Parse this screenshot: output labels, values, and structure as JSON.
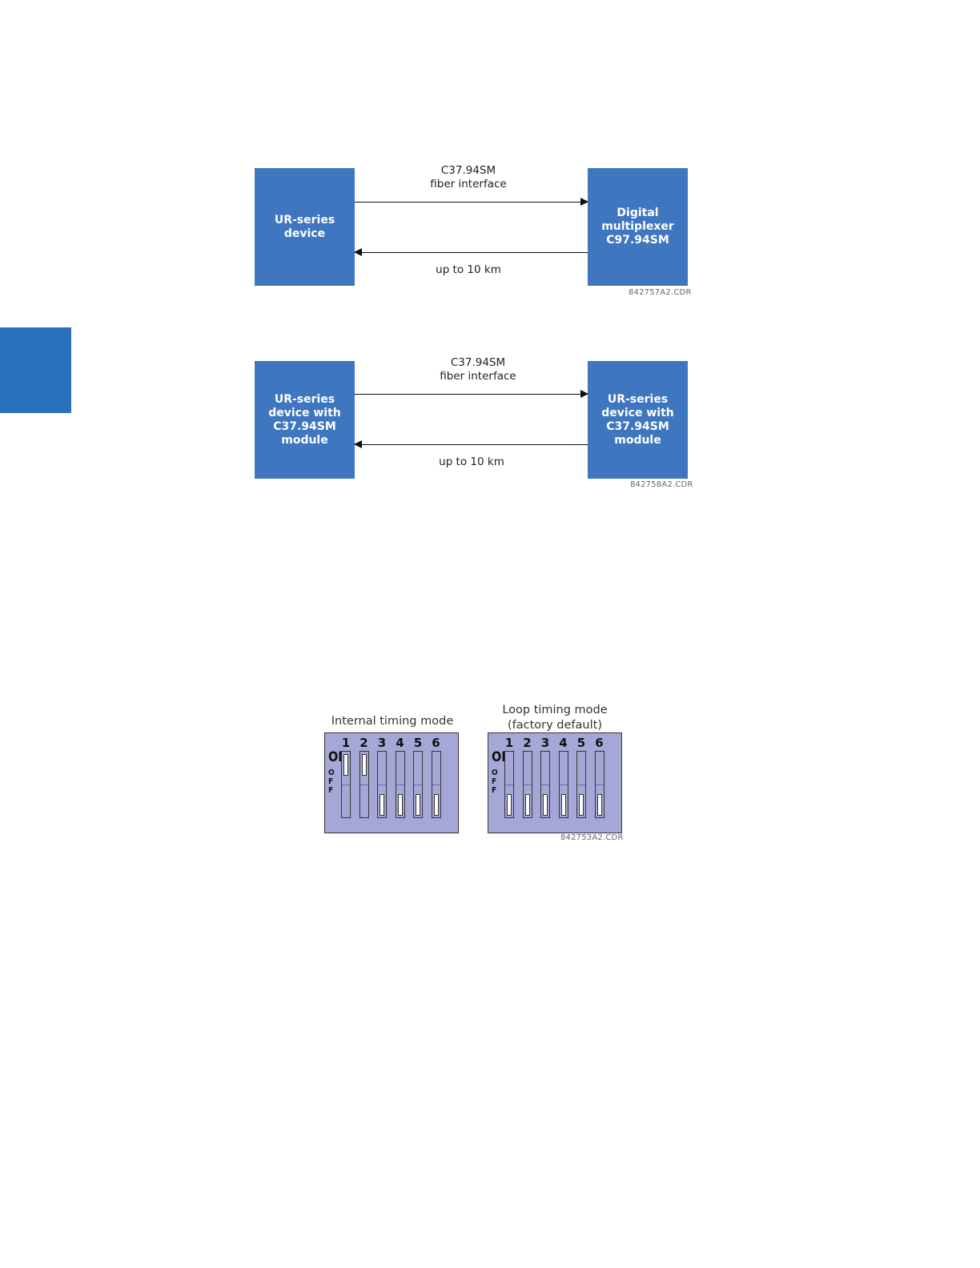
{
  "diagram1": {
    "left_box": [
      "UR-series",
      "device"
    ],
    "right_box": [
      "Digital",
      "multiplexer",
      "C97.94SM"
    ],
    "top_label": [
      "C37.94SM",
      "fiber interface"
    ],
    "bottom_label": "up to 10 km",
    "code": "842757A2.CDR"
  },
  "diagram2": {
    "left_box": [
      "UR-series",
      "device with",
      "C37.94SM",
      "module"
    ],
    "right_box": [
      "UR-series",
      "device with",
      "C37.94SM",
      "module"
    ],
    "top_label": [
      "C37.94SM",
      "fiber interface"
    ],
    "bottom_label": "up to 10 km",
    "code": "842758A2.CDR"
  },
  "dip_switches": {
    "on_label": "ON",
    "off_label": "OFF",
    "code": "842753A2.CDR",
    "internal": {
      "title": "Internal timing mode",
      "switches": [
        {
          "number": "1",
          "state": "on"
        },
        {
          "number": "2",
          "state": "on"
        },
        {
          "number": "3",
          "state": "off"
        },
        {
          "number": "4",
          "state": "off"
        },
        {
          "number": "5",
          "state": "off"
        },
        {
          "number": "6",
          "state": "off"
        }
      ]
    },
    "loop": {
      "title": [
        "Loop timing mode",
        "(factory default)"
      ],
      "switches": [
        {
          "number": "1",
          "state": "off"
        },
        {
          "number": "2",
          "state": "off"
        },
        {
          "number": "3",
          "state": "off"
        },
        {
          "number": "4",
          "state": "off"
        },
        {
          "number": "5",
          "state": "off"
        },
        {
          "number": "6",
          "state": "off"
        }
      ]
    }
  },
  "colors": {
    "box_blue": "#3e76c0",
    "side_tab_blue": "#2a6fbd",
    "dip_panel": "#a5a8d7"
  }
}
